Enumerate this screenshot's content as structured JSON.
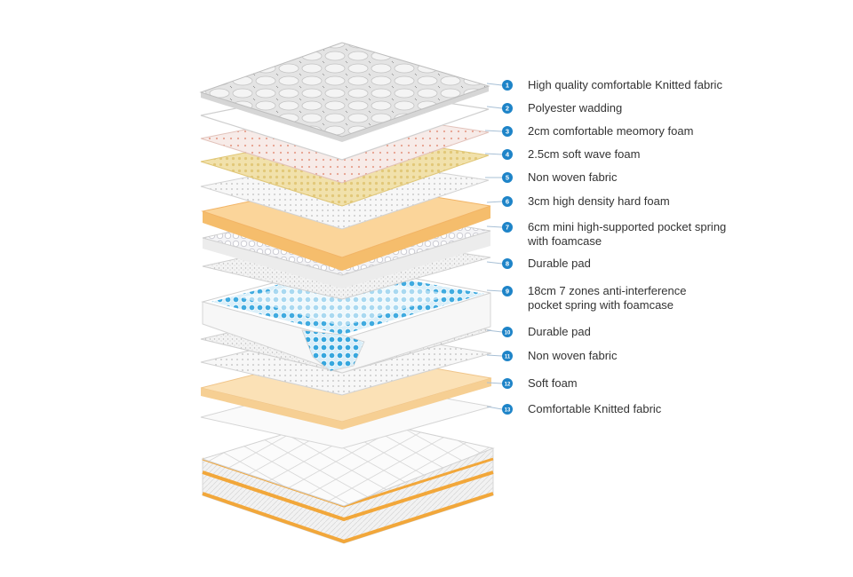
{
  "colors": {
    "marker": "#1e84c8",
    "leader": "#a8c0d6",
    "fabric": "#e6e6e6",
    "wadding": "#ffffff",
    "memory_foam": "#f6e9e6",
    "wave_foam": "#f0dfa6",
    "hard_foam": "#f7c981",
    "spring_blue": "#34a7dd",
    "border": "#f2a73a",
    "text": "#333333"
  },
  "layers": [
    {
      "number": "1",
      "lines": [
        "High quality comfortable Knitted fabric"
      ]
    },
    {
      "number": "2",
      "lines": [
        "Polyester wadding"
      ]
    },
    {
      "number": "3",
      "lines": [
        "2cm comfortable meomory foam"
      ]
    },
    {
      "number": "4",
      "lines": [
        "2.5cm soft wave foam"
      ]
    },
    {
      "number": "5",
      "lines": [
        "Non woven fabric"
      ]
    },
    {
      "number": "6",
      "lines": [
        "3cm high density hard foam"
      ]
    },
    {
      "number": "7",
      "lines": [
        "6cm mini high-supported pocket spring",
        "with foamcase"
      ]
    },
    {
      "number": "8",
      "lines": [
        "Durable pad"
      ]
    },
    {
      "number": "9",
      "lines": [
        "18cm 7 zones anti-interference",
        "pocket spring with foamcase"
      ]
    },
    {
      "number": "10",
      "lines": [
        "Durable pad"
      ]
    },
    {
      "number": "11",
      "lines": [
        "Non woven fabric"
      ]
    },
    {
      "number": "12",
      "lines": [
        "Soft foam"
      ]
    },
    {
      "number": "13",
      "lines": [
        "Comfortable Knitted fabric"
      ]
    }
  ]
}
